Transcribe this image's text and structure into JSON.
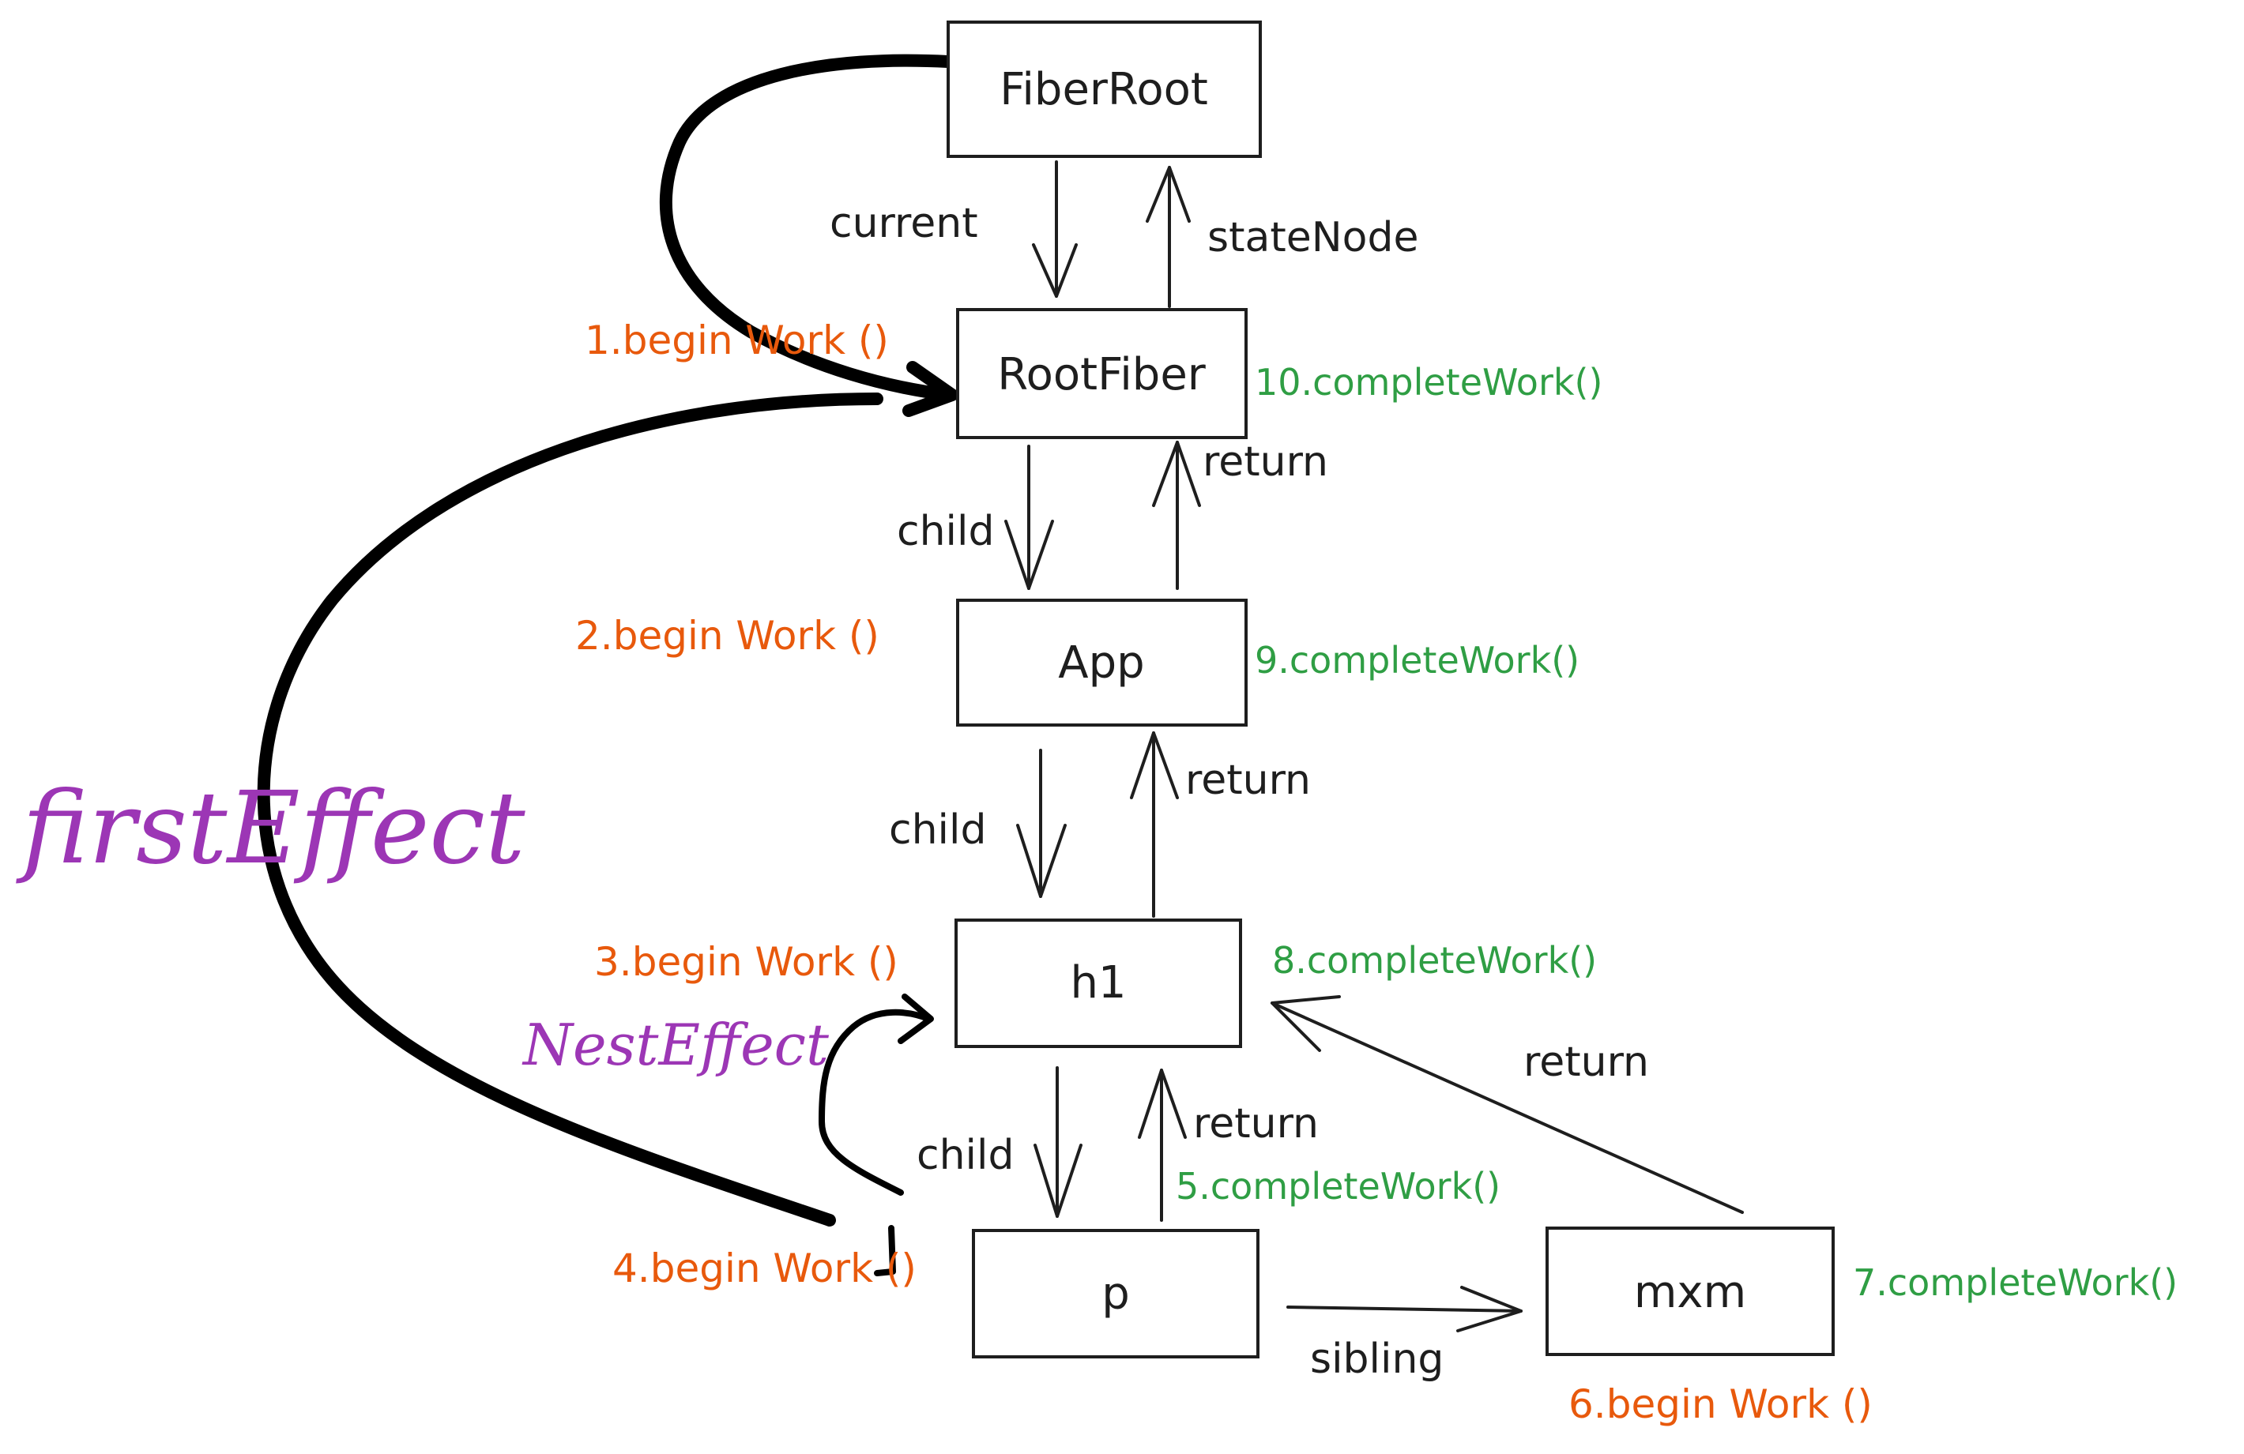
{
  "nodes": {
    "fiberroot": "FiberRoot",
    "rootfiber": "RootFiber",
    "app": "App",
    "h1": "h1",
    "p": "p",
    "mxm": "mxm"
  },
  "edges": {
    "current": "current",
    "statenode": "stateNode",
    "child_1": "child",
    "return_1": "return",
    "child_2": "child",
    "return_2": "return",
    "child_3": "child",
    "return_3": "return",
    "return_4": "return",
    "sibling": "sibling"
  },
  "steps": {
    "begin_1": "1.begin Work ()",
    "begin_2": "2.begin Work ()",
    "begin_3": "3.begin Work ()",
    "begin_4": "4.begin Work ()",
    "complete_5": "5.completeWork()",
    "begin_6": "6.begin Work ()",
    "complete_7": "7.completeWork()",
    "complete_8": "8.completeWork()",
    "complete_9": "9.completeWork()",
    "complete_10": "10.completeWork()"
  },
  "effects": {
    "first": "firstEffect",
    "next": "NestEffect"
  },
  "colors": {
    "begin": "#e8590c",
    "complete": "#2f9e44",
    "effect": "#9c36b5",
    "stroke": "#1e1e1e"
  }
}
